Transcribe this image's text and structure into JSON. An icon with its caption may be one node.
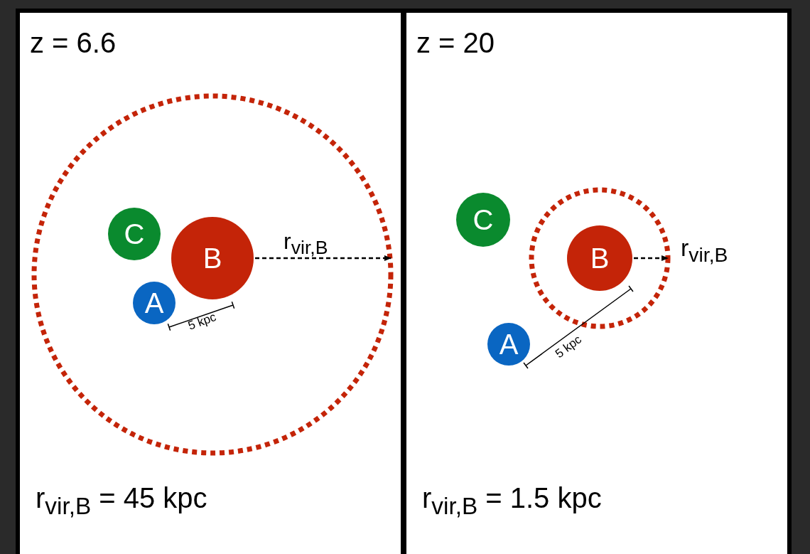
{
  "diagram": {
    "nodes": [
      {
        "text": [
          "z = 6.6",
          "r$_{vir,B}$ = 45 kpc"
        ]
      },
      {
        "text": [],
        "shape": "circle",
        "in": 0
      },
      {
        "text": [
          "C"
        ],
        "in": 1
      },
      {
        "text": [
          "B"
        ],
        "in": 1
      },
      {
        "text": [
          "A"
        ],
        "in": 1
      },
      {
        "text": [
          "z = 20",
          "r$_{vir,B}$ = 1.5 kpc"
        ]
      },
      {
        "text": [
          "C"
        ],
        "in": 5
      },
      {
        "text": [],
        "shape": "circle",
        "in": 5
      },
      {
        "text": [
          "B"
        ],
        "in": 7
      },
      {
        "text": [
          "A"
        ],
        "in": 5
      }
    ],
    "edges": [
      {
        "from": 3,
        "to": 1,
        "arrow": "to",
        "label": "r$_{vir,B}$",
        "style": "dashed"
      },
      {
        "from": 8,
        "to": 7,
        "arrow": "to",
        "label": "r$_{vir,B}$",
        "style": "dashed"
      }
    ],
    "labels": [
      "5 kpc",
      "5 kpc"
    ]
  }
}
